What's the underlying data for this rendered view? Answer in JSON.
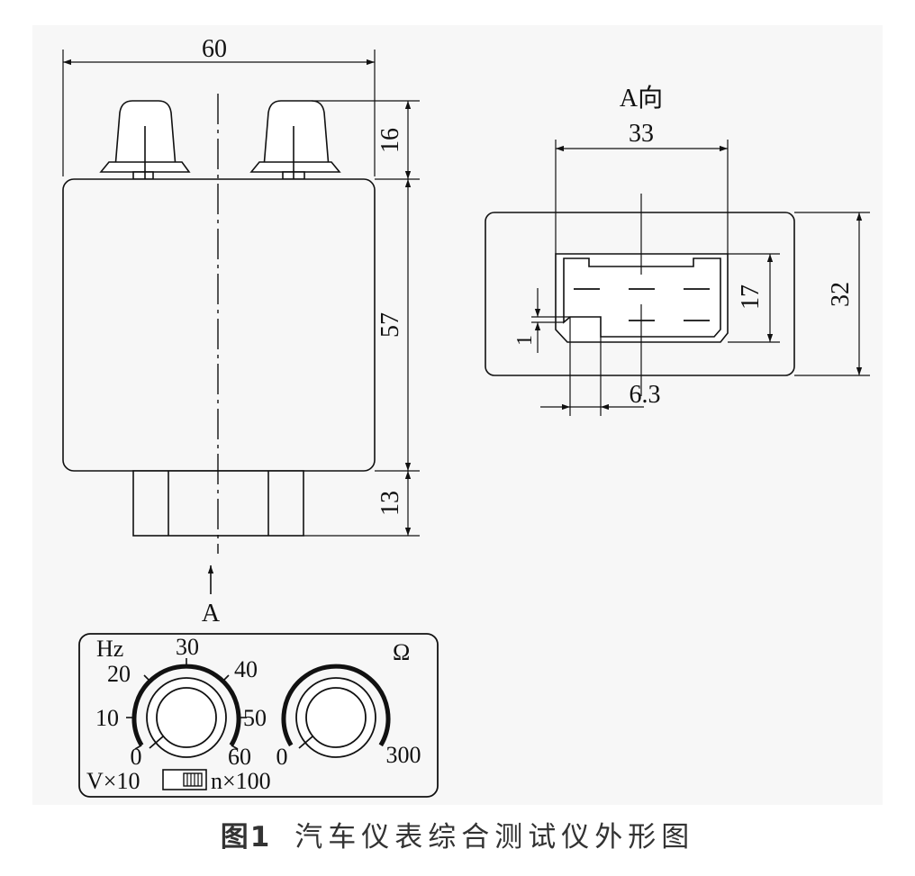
{
  "side_view": {
    "dim_width": "60",
    "dim_knob_height": "16",
    "dim_body_height": "57",
    "dim_base_height": "13",
    "view_arrow_label": "A"
  },
  "end_view": {
    "title": "A向",
    "dim_connector_width": "33",
    "dim_connector_height": "17",
    "dim_body_height": "32",
    "dim_gap": "1",
    "dim_pin_pitch": "6.3"
  },
  "front_panel": {
    "hz_unit": "Hz",
    "ohm_unit": "Ω",
    "hz_scale": [
      "0",
      "10",
      "20",
      "30",
      "40",
      "50",
      "60"
    ],
    "ohm_scale_min": "0",
    "ohm_scale_max": "300",
    "switch_left_label": "V×10",
    "switch_right_label": "n×100"
  },
  "caption": {
    "figure_number": "图1",
    "title": "汽车仪表综合测试仪外形图"
  }
}
